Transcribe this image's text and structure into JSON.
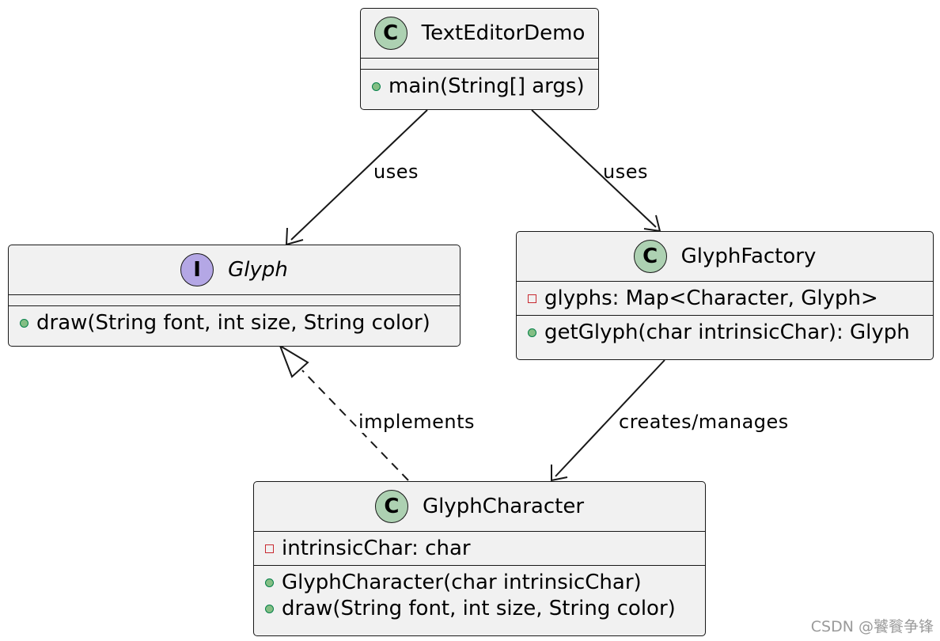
{
  "diagram": {
    "classes": [
      {
        "id": "texteditordemo",
        "kind": "class",
        "stereotype_letter": "C",
        "name": "TextEditorDemo",
        "fields": [],
        "methods": [
          {
            "visibility": "public",
            "text": "main(String[] args)"
          }
        ]
      },
      {
        "id": "glyph",
        "kind": "interface",
        "stereotype_letter": "I",
        "name": "Glyph",
        "fields": [],
        "methods": [
          {
            "visibility": "public",
            "text": "draw(String font, int size, String color)"
          }
        ]
      },
      {
        "id": "glyphfactory",
        "kind": "class",
        "stereotype_letter": "C",
        "name": "GlyphFactory",
        "fields": [
          {
            "visibility": "private",
            "text": "glyphs: Map<Character, Glyph>"
          }
        ],
        "methods": [
          {
            "visibility": "public",
            "text": "getGlyph(char intrinsicChar): Glyph"
          }
        ]
      },
      {
        "id": "glyphcharacter",
        "kind": "class",
        "stereotype_letter": "C",
        "name": "GlyphCharacter",
        "fields": [
          {
            "visibility": "private",
            "text": "intrinsicChar: char"
          }
        ],
        "methods": [
          {
            "visibility": "public",
            "text": "GlyphCharacter(char intrinsicChar)"
          },
          {
            "visibility": "public",
            "text": "draw(String font, int size, String color)"
          }
        ]
      }
    ],
    "relations": [
      {
        "from": "TextEditorDemo",
        "to": "Glyph",
        "type": "association",
        "label": "uses"
      },
      {
        "from": "TextEditorDemo",
        "to": "GlyphFactory",
        "type": "association",
        "label": "uses"
      },
      {
        "from": "GlyphCharacter",
        "to": "Glyph",
        "type": "realization",
        "label": "implements"
      },
      {
        "from": "GlyphFactory",
        "to": "GlyphCharacter",
        "type": "association",
        "label": "creates/manages"
      }
    ]
  },
  "colors": {
    "box_fill": "#f1f1f1",
    "border": "#181818",
    "class_icon": "#add1b2",
    "interface_icon": "#b4a7e5",
    "public_fill": "#84be84",
    "public_stroke": "#038048",
    "private_stroke": "#c82930"
  },
  "watermark": "CSDN @饕餮争锋"
}
